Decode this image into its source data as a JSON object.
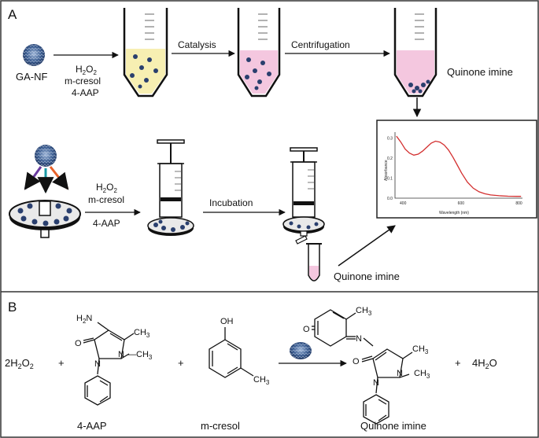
{
  "panel_a": {
    "label": "A",
    "ga_nf_label": "GA-NF",
    "reagents_top": {
      "h2o2": "H",
      "h2o2_sub": "2",
      "h2o2_o": "O",
      "h2o2_sub2": "2",
      "mcresol": "m-cresol",
      "aap": "4-AAP"
    },
    "reagents_bottom": {
      "h2o2": "H",
      "h2o2_sub": "2",
      "h2o2_o": "O",
      "h2o2_sub2": "2",
      "mcresol": "m-cresol",
      "aap": "4-AAP"
    },
    "catalysis": "Catalysis",
    "centrifugation": "Centrifugation",
    "incubation": "Incubation",
    "quinone_top": "Quinone imine",
    "quinone_bottom": "Quinone imine"
  },
  "spectrum": {
    "ylabel": "Absorbance",
    "xlabel": "Wavelength (nm)",
    "xticks": [
      "400",
      "600",
      "800"
    ],
    "yticks": [
      "0.0",
      "0.1",
      "0.2",
      "0.3"
    ],
    "color": "#d32f2f"
  },
  "chart_data": {
    "type": "line",
    "xlabel": "Wavelength (nm)",
    "ylabel": "Absorbance",
    "xlim": [
      370,
      810
    ],
    "ylim": [
      0,
      0.33
    ],
    "series": [
      {
        "x": [
          375,
          390,
          405,
          420,
          435,
          450,
          465,
          480,
          495,
          510,
          525,
          540,
          555,
          570,
          585,
          600,
          620,
          640,
          660,
          680,
          700,
          730,
          760,
          790,
          805
        ],
        "values": [
          0.31,
          0.28,
          0.245,
          0.225,
          0.215,
          0.22,
          0.235,
          0.255,
          0.275,
          0.285,
          0.28,
          0.265,
          0.24,
          0.205,
          0.165,
          0.125,
          0.08,
          0.05,
          0.032,
          0.022,
          0.016,
          0.012,
          0.01,
          0.009,
          0.009
        ]
      }
    ]
  },
  "panel_b": {
    "label": "B",
    "h2o2_coef": "2H",
    "h2o2_sub": "2",
    "h2o2_o": "O",
    "h2o2_sub2": "2",
    "plus1": "+",
    "plus2": "+",
    "plus3": "+",
    "water": "4H",
    "water_sub": "2",
    "water_o": "O",
    "aap_name": "4-AAP",
    "mcresol_name": "m-cresol",
    "quinone_name": "Quinone imine",
    "aap_atoms": {
      "h2n": "H",
      "h2n_sub": "2",
      "h2n_n": "N",
      "ch3a": "CH",
      "ch3a_sub": "3",
      "o": "O",
      "n1": "N",
      "n2": "N",
      "ch3b": "—CH",
      "ch3b_sub": "3"
    },
    "cresol_atoms": {
      "oh": "OH",
      "ch3": "CH",
      "ch3_sub": "3"
    },
    "quinone_atoms": {
      "o_left": "O",
      "ch3_top": "CH",
      "ch3_top_sub": "3",
      "n_link": "N",
      "ch3_mid": "CH",
      "ch3_mid_sub": "3",
      "o": "O",
      "n1": "N",
      "n2": "N",
      "ch3_n": "CH",
      "ch3_n_sub": "3"
    }
  }
}
